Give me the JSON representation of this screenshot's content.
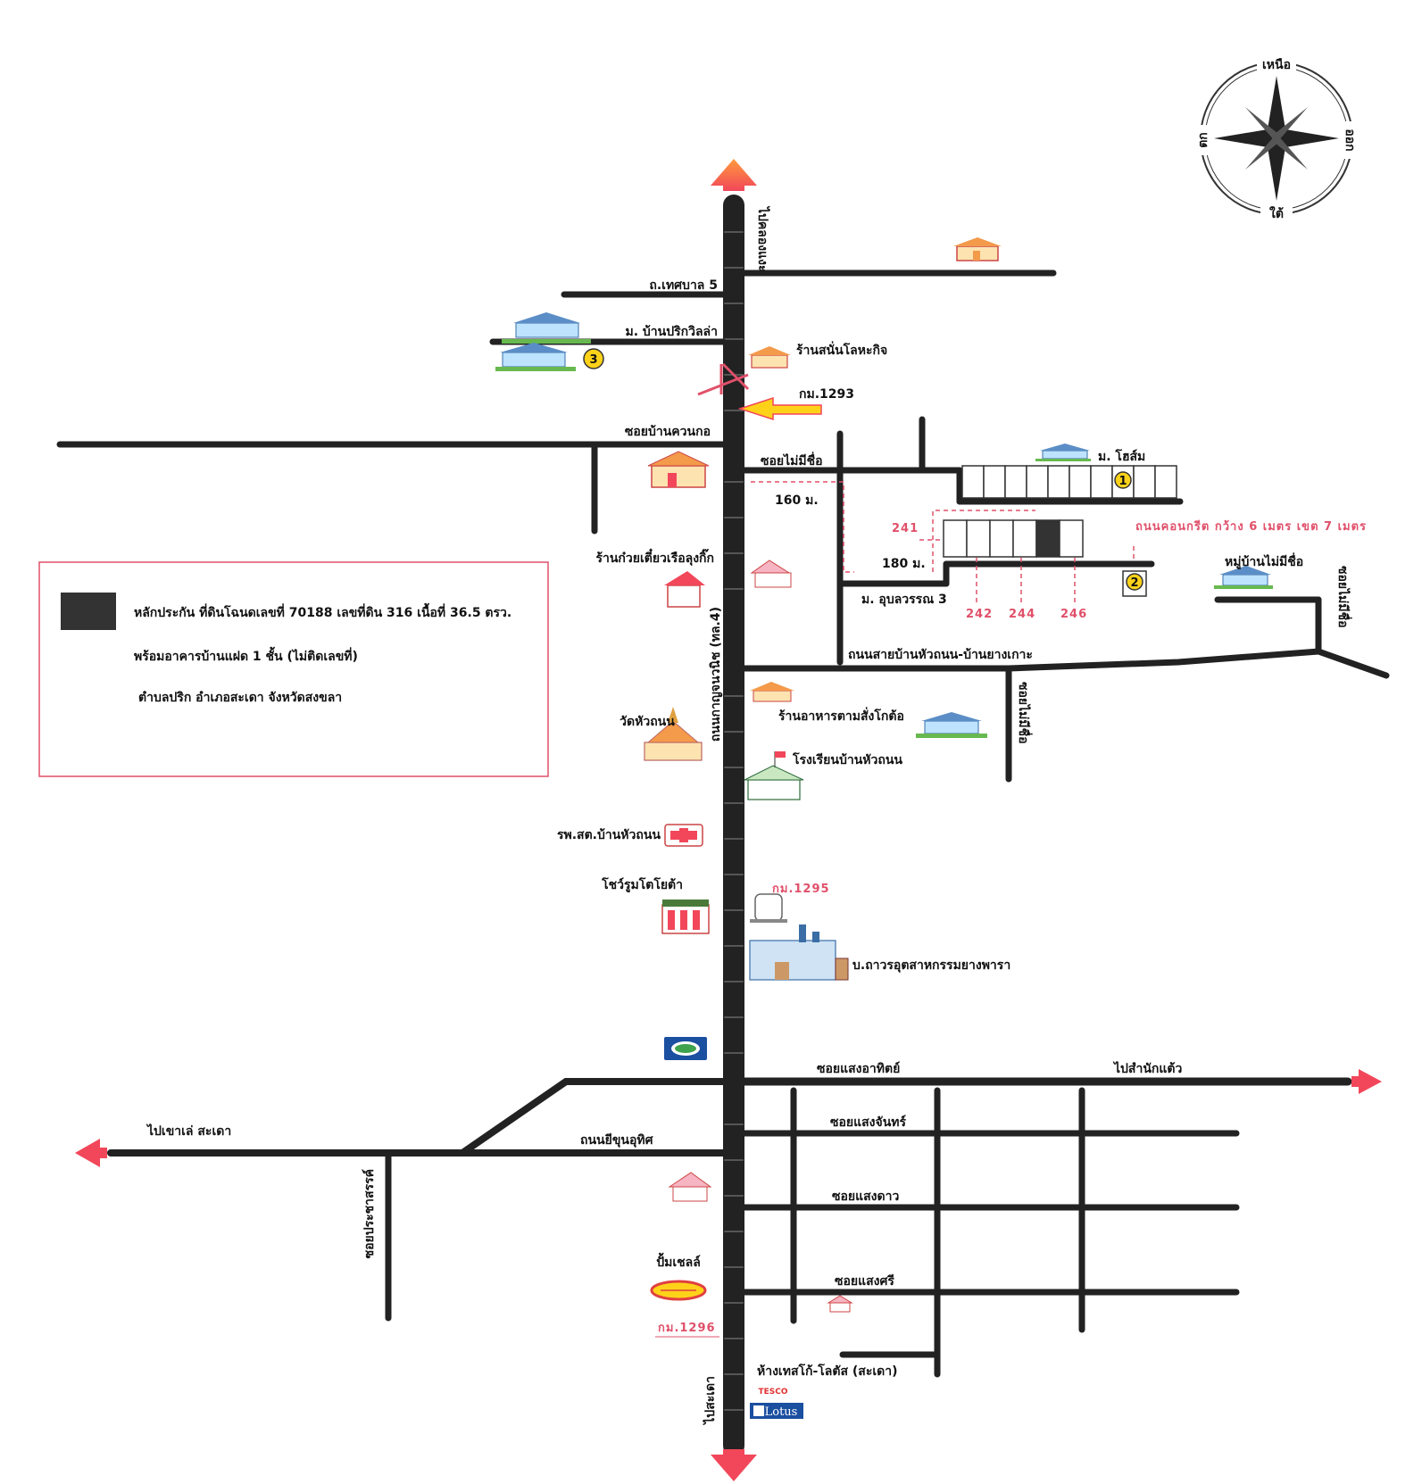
{
  "compass": {
    "north": "เหนือ",
    "south": "ใต้",
    "east": "ออก",
    "west": "ตก"
  },
  "roads": {
    "to_khlong_hae": "ไปคลองแงะ",
    "tessaban5": "ถ.เทศบาล 5",
    "ban_prik_villa": "ม. บ้านปริกวิลล่า",
    "soi_khuan_kol": "ซอยบ้านควนกอ",
    "soi_unnamed_1": "ซอยไม่มีชื่อ",
    "main_road": "ถนนกาญจนวนิช (ทล.4)",
    "hua_thanon_road": "ถนนสายบ้านหัวถนน-บ้านยางเกาะ",
    "ubonwan3": "ม. อุบลวรรณ 3",
    "soi_unnamed_2": "ซอยไม่มีชื่อ",
    "soi_unnamed_3": "ซอยไม่มีชื่อ",
    "soi_saeng_athit": "ซอยแสงอาทิตย์",
    "to_samnak_taeo": "ไปสำนักแต้ว",
    "soi_saeng_chan": "ซอยแสงจันทร์",
    "to_khao_le": "ไปเขาเล่ สะเดา",
    "yi_khun_uthit": "ถนนยีขุนอุทิศ",
    "soi_saeng_dao": "ซอยแสงดาว",
    "soi_prachasan": "ซอยประชาสรรค์",
    "soi_saeng_si": "ซอยแสงศรี",
    "to_sadao": "ไปสะเดา"
  },
  "landmarks": {
    "sanan_shop": "ร้านสนั่นโลหะกิจ",
    "home_village": "ม. โฮส์ม",
    "noodle_shop": "ร้านก๋วยเตี๋ยวเรือลุงกิ๊ก",
    "unnamed_village": "หมู่บ้านไม่มีชื่อ",
    "restaurant": "ร้านอาหารตามสั่งโกต้อ",
    "wat": "วัดหัวถนน",
    "school": "โรงเรียนบ้านหัวถนน",
    "hospital": "รพ.สต.บ้านหัวถนน",
    "toyota": "โชว์รูมโตโยต้า",
    "rubber_factory": "บ.ถาวรอุตสาหกรรมยางพารา",
    "shell": "ปั้มเชลล์",
    "tesco": "ห้างเทสโก้-โลตัส (สะเดา)",
    "tesco_logo_top": "TESCO",
    "tesco_logo_bottom": "Lotus"
  },
  "km_markers": {
    "km1293": "กม.1293",
    "km1295": "กม.1295",
    "km1296": "กม.1296"
  },
  "distances": {
    "d160": "160 ม.",
    "d180": "180 ม."
  },
  "plots": {
    "p241": "241",
    "p242": "242",
    "p244": "244",
    "p246": "246"
  },
  "concrete_road_note": "ถนนคอนกรีต กว้าง 6 เมตร เขต 7 เมตร",
  "markers": {
    "m1": "1",
    "m2": "2",
    "m3": "3"
  },
  "legend": {
    "line1": "หลักประกัน ที่ดินโฉนดเลขที่ 70188 เลขที่ดิน 316 เนื้อที่ 36.5 ตรว.",
    "line2": "พร้อมอาคารบ้านแฝด 1 ชั้น (ไม่ติดเลขที่)",
    "line3": "ตำบลปริก อำเภอสะเดา จังหวัดสงขลา"
  },
  "colors": {
    "road": "#222222",
    "arrow": "#f2475a",
    "arrow_yellow": "#ffd21a",
    "accent_red": "#e0506a",
    "collateral": "#333333"
  }
}
